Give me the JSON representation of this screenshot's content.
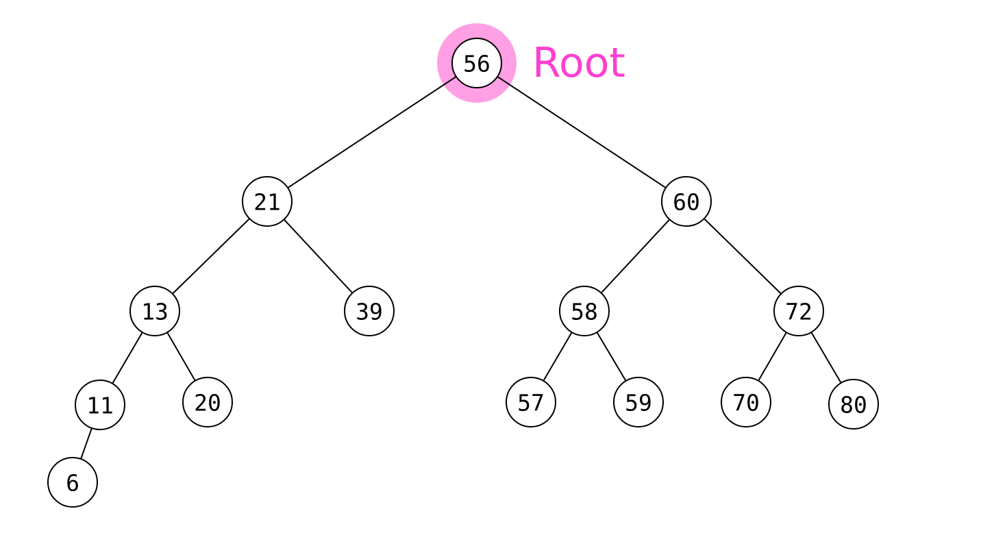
{
  "diagram": {
    "root_label": "Root",
    "highlight_color": "#ff9fe4",
    "root_label_color": "#ff3fd1",
    "nodes": [
      {
        "id": "n56",
        "value": "56",
        "root": true
      },
      {
        "id": "n21",
        "value": "21"
      },
      {
        "id": "n60",
        "value": "60"
      },
      {
        "id": "n13",
        "value": "13"
      },
      {
        "id": "n39",
        "value": "39"
      },
      {
        "id": "n58",
        "value": "58"
      },
      {
        "id": "n72",
        "value": "72"
      },
      {
        "id": "n11",
        "value": "11"
      },
      {
        "id": "n20",
        "value": "20"
      },
      {
        "id": "n57",
        "value": "57"
      },
      {
        "id": "n59",
        "value": "59"
      },
      {
        "id": "n70",
        "value": "70"
      },
      {
        "id": "n80",
        "value": "80"
      },
      {
        "id": "n6",
        "value": "6"
      }
    ],
    "edges": [
      {
        "from": "n56",
        "to": "n21"
      },
      {
        "from": "n56",
        "to": "n60"
      },
      {
        "from": "n21",
        "to": "n13"
      },
      {
        "from": "n21",
        "to": "n39"
      },
      {
        "from": "n60",
        "to": "n58"
      },
      {
        "from": "n60",
        "to": "n72"
      },
      {
        "from": "n13",
        "to": "n11"
      },
      {
        "from": "n13",
        "to": "n20"
      },
      {
        "from": "n58",
        "to": "n57"
      },
      {
        "from": "n58",
        "to": "n59"
      },
      {
        "from": "n72",
        "to": "n70"
      },
      {
        "from": "n72",
        "to": "n80"
      },
      {
        "from": "n11",
        "to": "n6"
      }
    ]
  }
}
